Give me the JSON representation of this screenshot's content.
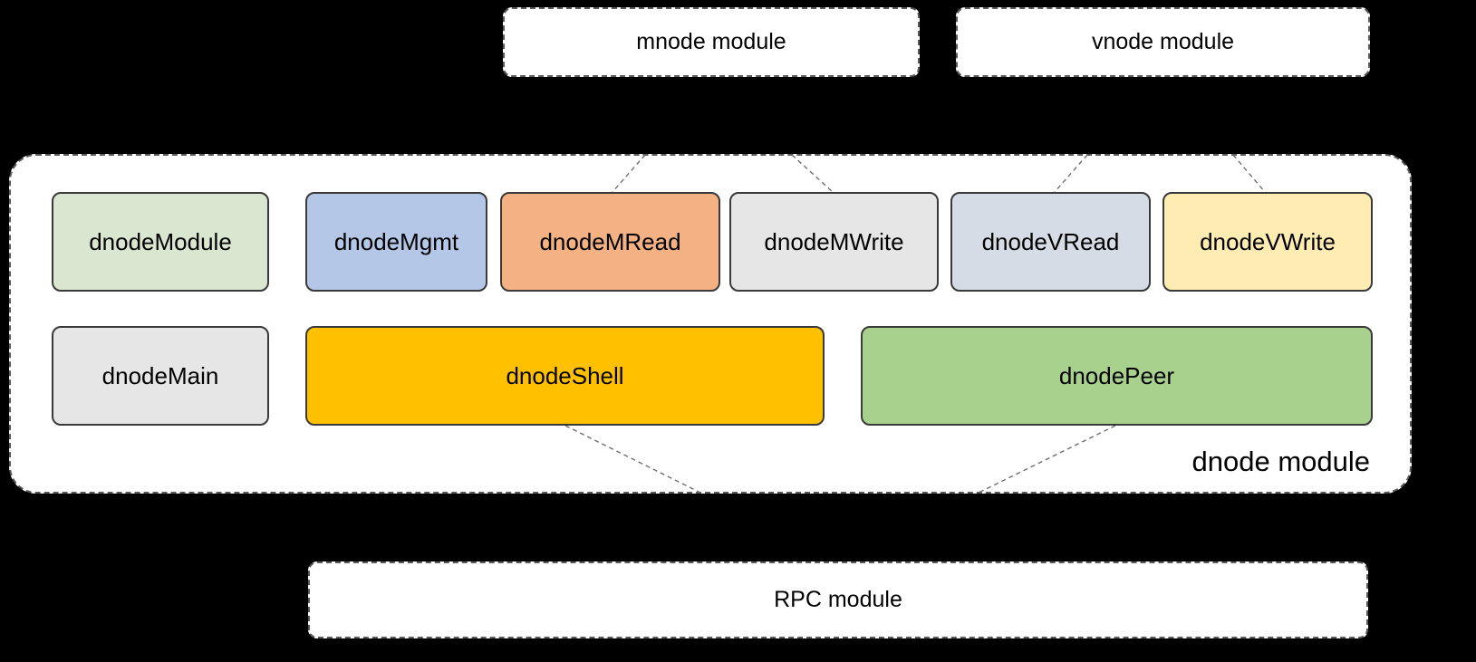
{
  "top_modules": [
    {
      "id": "mnode",
      "label": "mnode module"
    },
    {
      "id": "vnode",
      "label": "vnode module"
    }
  ],
  "dnode": {
    "label": "dnode module",
    "row1": [
      {
        "label": "dnodeModule",
        "fill": "#d9e7d0"
      },
      {
        "label": "dnodeMgmt",
        "fill": "#b4c7e7"
      },
      {
        "label": "dnodeMRead",
        "fill": "#f4b183"
      },
      {
        "label": "dnodeMWrite",
        "fill": "#e7e6e6"
      },
      {
        "label": "dnodeVRead",
        "fill": "#d6dce5"
      },
      {
        "label": "dnodeVWrite",
        "fill": "#ffecb3"
      }
    ],
    "row2": [
      {
        "label": "dnodeMain",
        "fill": "#e7e6e6"
      },
      {
        "label": "dnodeShell",
        "fill": "#ffc000"
      },
      {
        "label": "dnodePeer",
        "fill": "#a9d18e"
      }
    ]
  },
  "rpc": {
    "label": "RPC module"
  },
  "colors": {
    "background": "#000000",
    "box_fill": "#ffffff",
    "box_border": "#3a3a3a",
    "dashed_border": "#5a5a5a",
    "connector": "#6e6e6e",
    "text": "#000000"
  }
}
